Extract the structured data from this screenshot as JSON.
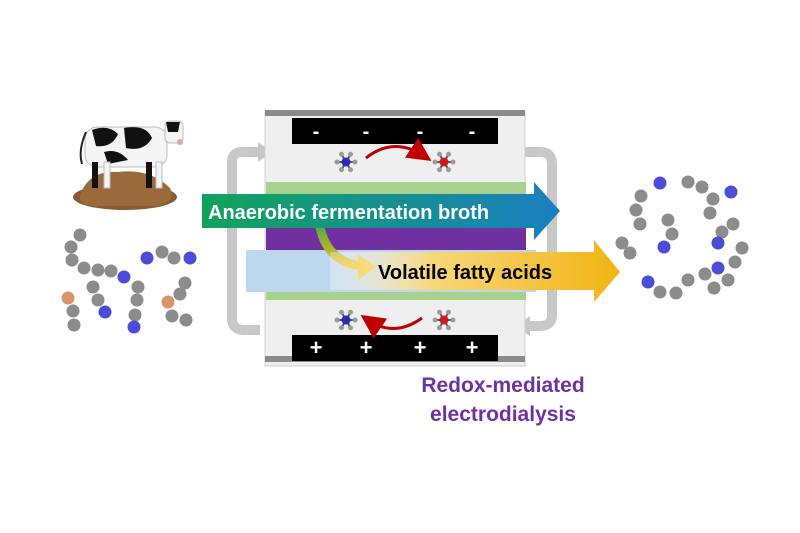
{
  "electrodes": {
    "top_signs": [
      "-",
      "-",
      "-",
      "-"
    ],
    "bottom_signs": [
      "+",
      "+",
      "+",
      "+"
    ]
  },
  "arrows": {
    "feed_label": "Anaerobic fermentation broth",
    "product_label": "Volatile fatty acids"
  },
  "caption": {
    "line1": "Redox-mediated",
    "line2": "electrodialysis"
  },
  "icons": {
    "source": "cow-on-manure-icon",
    "redox_molecule": "redox-mediator-icon"
  },
  "colors": {
    "caption": "#7030a0",
    "feed_arrow_start": "#12a35a",
    "feed_arrow_end": "#1a7fc2",
    "product_arrow": "#f2b414",
    "membrane_green": "#a9d18e",
    "membrane_purple": "#7030a0",
    "chamber_blue": "#bdd7ee",
    "molecule_gray": "#8c8c8c",
    "molecule_blue": "#4a4ed6",
    "molecule_orange": "#d9946a",
    "redox_arrow": "#c00000"
  }
}
